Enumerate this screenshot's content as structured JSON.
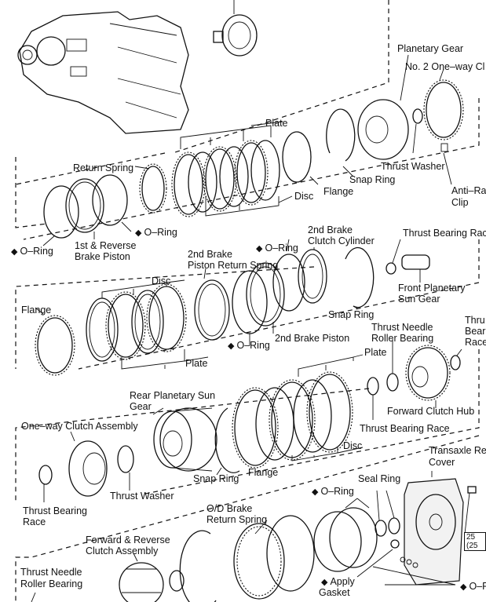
{
  "diagram": {
    "title": "Automatic Transaxle Exploded View",
    "symbol_note": "◆",
    "labels": {
      "planetary_gear": "Planetary Gear",
      "no2_one_way_clutch": "No. 2 One–way Cl",
      "plate_1": "Plate",
      "disc_1": "Disc",
      "return_spring": "Return Spring",
      "flange_1": "Flange",
      "snap_ring_1": "Snap Ring",
      "thrust_washer_1": "Thrust Washer",
      "anti_rattle_clip_1": "Anti–Ra",
      "anti_rattle_clip_2": "Clip",
      "o_ring_1": "O–Ring",
      "o_ring_2": "O–Ring",
      "reverse_piston_1": "1st & Reverse",
      "reverse_piston_2": "Brake Piston",
      "thrust_bearing_race_1": "Thrust Bearing Rac",
      "second_brake_cyl_1": "2nd Brake",
      "second_brake_cyl_2": "Clutch Cylinder",
      "o_ring_3": "O–Ring",
      "second_brake_spring_1": "2nd Brake",
      "second_brake_spring_2": "Piston Return Spring",
      "front_sun_gear_1": "Front Planetary",
      "front_sun_gear_2": "Sun Gear",
      "disc_2": "Disc",
      "flange_2": "Flange",
      "snap_ring_2": "Snap Ring",
      "o_ring_4": "O–Ring",
      "second_brake_piston": "2nd Brake Piston",
      "thrust_needle_1a": "Thrust Needle",
      "thrust_needle_1b": "Roller Bearing",
      "thrust_bearing_race_2a": "Thru",
      "thrust_bearing_race_2b": "Bear",
      "thrust_bearing_race_2c": "Race",
      "plate_2": "Plate",
      "plate_3": "Plate",
      "rear_sun_gear_1": "Rear Planetary Sun",
      "rear_sun_gear_2": "Gear",
      "forward_clutch_hub": "Forward Clutch Hub",
      "one_way_clutch_assembly": "One–way Clutch Assembly",
      "thrust_bearing_race_3": "Thrust Bearing Race",
      "disc_3": "Disc",
      "snap_ring_3": "Snap Ring",
      "flange_3": "Flange",
      "thrust_washer_2": "Thrust Washer",
      "thrust_bearing_race_4a": "Thrust Bearing",
      "thrust_bearing_race_4b": "Race",
      "transaxle_cover_1": "Transaxle Re",
      "transaxle_cover_2": "Cover",
      "seal_ring": "Seal Ring",
      "o_ring_5": "O–Ring",
      "od_brake_spring_1": "O/D Brake",
      "od_brake_spring_2": "Return Spring",
      "fwd_rev_clutch_1": "Forward & Reverse",
      "fwd_rev_clutch_2": "Clutch Assembly",
      "thrust_needle_2a": "Thrust Needle",
      "thrust_needle_2b": "Roller Bearing",
      "apply_gasket_1": "Apply",
      "apply_gasket_2": "Gasket",
      "o_ring_6": "O–F",
      "torque_spec": "25 (25"
    }
  }
}
